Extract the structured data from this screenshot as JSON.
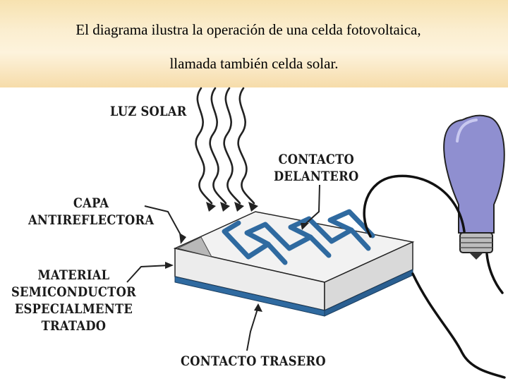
{
  "caption": {
    "line1": "El diagrama ilustra la operación de una celda fotovoltaica,",
    "line2": "llamada también celda solar."
  },
  "diagram": {
    "labels": {
      "luz_solar": "LUZ SOLAR",
      "contacto_delantero": "CONTACTO\nDELANTERO",
      "capa_antireflectora": "CAPA\nANTIREFLECTORA",
      "material_semiconductor": "MATERIAL\nSEMICONDUCTOR\nESPECIALMENTE\nTRATADO",
      "contacto_trasero": "CONTACTO TRASERO"
    },
    "colors": {
      "contact_blue": "#2f6aa0",
      "bulb_fill": "#8f8fd0",
      "header_tan": "#f6dcaa"
    },
    "icons": [
      "sun-rays-icon",
      "light-bulb-icon",
      "solar-cell-icon"
    ]
  }
}
